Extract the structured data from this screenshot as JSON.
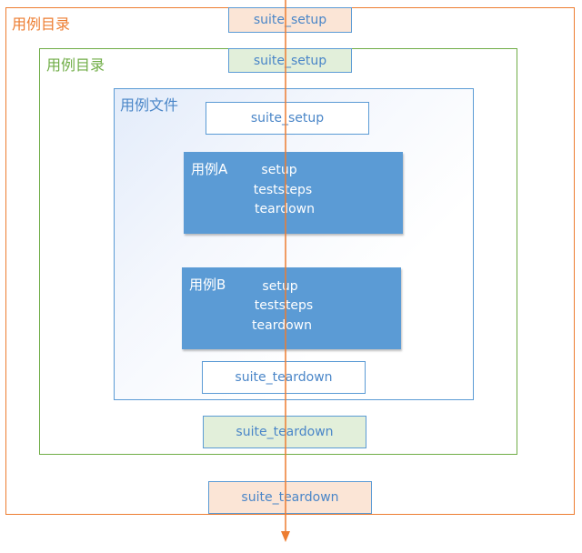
{
  "frames": {
    "outer": {
      "label": "用例目录",
      "color": "#ed7d31"
    },
    "middle": {
      "label": "用例目录",
      "color": "#70ad47"
    },
    "inner": {
      "label": "用例文件",
      "color": "#5b9bd5"
    }
  },
  "hooks": {
    "outer_setup": "suite_setup",
    "middle_setup": "suite_setup",
    "inner_setup": "suite_setup",
    "inner_teardown": "suite_teardown",
    "middle_teardown": "suite_teardown",
    "outer_teardown": "suite_teardown"
  },
  "cases": [
    {
      "title": "用例A",
      "steps": [
        "setup",
        "teststeps",
        "teardown"
      ]
    },
    {
      "title": "用例B",
      "steps": [
        "setup",
        "teststeps",
        "teardown"
      ]
    }
  ],
  "flow_arrow": {
    "color": "#ed7d31"
  }
}
